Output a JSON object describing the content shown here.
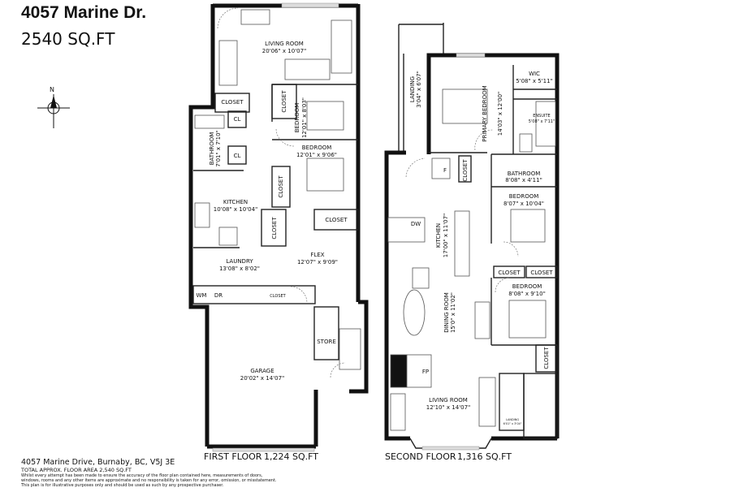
{
  "header": {
    "title": "4057 Marine Dr.",
    "area": "2540 SQ.FT"
  },
  "compass": {
    "label": "N",
    "icon": "north-arrow-icon"
  },
  "first_floor": {
    "caption": "FIRST FLOOR",
    "area": "1,224 SQ.FT",
    "rooms": {
      "living": {
        "name": "LIVING ROOM",
        "dims": "20'06\" x 10'07\""
      },
      "bedroom1": {
        "name": "BEDROOM",
        "dims": "12'01\" x 8'03\""
      },
      "bedroom2": {
        "name": "BEDROOM",
        "dims": "12'01\" x 9'06\""
      },
      "bathroom": {
        "name": "BATHROOM",
        "dims": "7'01\" x 7'10\""
      },
      "kitchen": {
        "name": "KITCHEN",
        "dims": "10'08\" x 10'04\""
      },
      "laundry": {
        "name": "LAUNDRY",
        "dims": "13'08\" x 8'02\""
      },
      "flex": {
        "name": "FLEX",
        "dims": "12'07\" x 9'09\""
      },
      "garage": {
        "name": "GARAGE",
        "dims": "20'02\" x 14'07\""
      },
      "store": {
        "name": "STORE"
      }
    },
    "closet": "CLOSET",
    "cl": "CL",
    "wm": "WM",
    "dr": "DR"
  },
  "second_floor": {
    "caption": "SECOND FLOOR",
    "area": "1,316 SQ.FT",
    "rooms": {
      "landing": {
        "name": "LANDING",
        "dims": "3'04\" x 6'07\""
      },
      "primary": {
        "name": "PRIMARY BEDROOM",
        "dims": "14'03\" x 12'00\""
      },
      "wic": {
        "name": "WIC",
        "dims": "5'08\" x 5'11\""
      },
      "ensuite": {
        "name": "ENSUITE",
        "dims": "5'08\" x 7'11\""
      },
      "bathroom": {
        "name": "BATHROOM",
        "dims": "8'08\" x 4'11\""
      },
      "bedroom1": {
        "name": "BEDROOM",
        "dims": "8'07\" x 10'04\""
      },
      "kitchen": {
        "name": "KITCHEN",
        "dims": "17'00\" x 11'07\""
      },
      "dining": {
        "name": "DINING ROOM",
        "dims": "15'0\" x 11'02\""
      },
      "bedroom2": {
        "name": "BEDROOM",
        "dims": "8'08\" x 9'10\""
      },
      "living": {
        "name": "LIVING ROOM",
        "dims": "12'10\" x 14'07\""
      },
      "landing2": {
        "name": "LANDING",
        "dims": "6'01\" x 3'04\""
      }
    },
    "closet": "CLOSET",
    "f": "F",
    "dw": "DW",
    "fp": "FP"
  },
  "footer": {
    "address": "4057 Marine Drive, Burnaby, BC, V5J 3E",
    "total": "TOTAL APPROX. FLOOR AREA   2,540 SQ.FT",
    "disclaimer": [
      "Whilst every attempt has been made to ensure the accuracy of the floor plan contained here, measurements of doors,",
      "windows, rooms and any other items are approximate and no responsibility is taken for any error, omission, or misstatement.",
      "This plan is for illustrative purposes only and should be used as such by any prospective purchaser."
    ]
  }
}
